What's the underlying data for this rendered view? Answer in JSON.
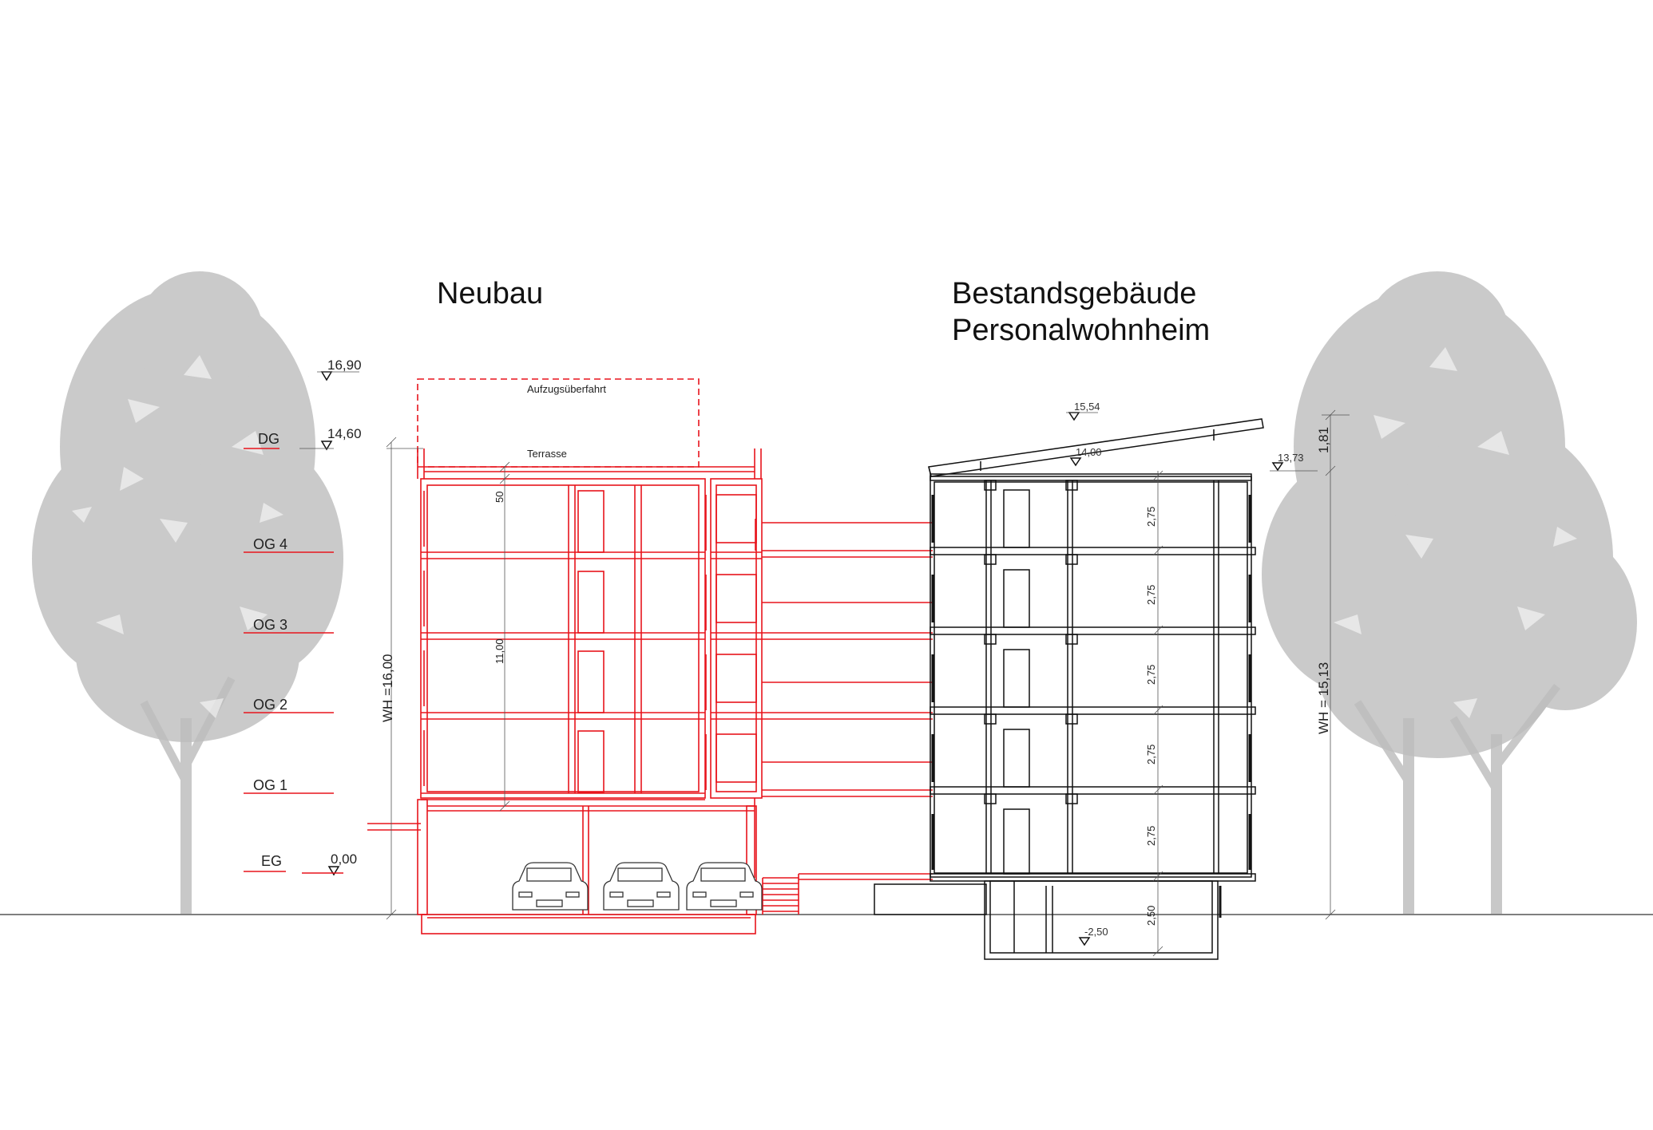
{
  "titles": {
    "neubau": "Neubau",
    "bestand_line1": "Bestandsgebäude",
    "bestand_line2": "Personalwohnheim"
  },
  "levels": {
    "dg": "DG",
    "og4": "OG 4",
    "og3": "OG 3",
    "og2": "OG 2",
    "og1": "OG 1",
    "eg": "EG"
  },
  "elevations": {
    "e1690": "16,90",
    "e1460": "14,60",
    "e000": "0,00",
    "e1554": "15,54",
    "e1400": "14,00",
    "e1373": "13,73",
    "em250": "-2,50"
  },
  "notes": {
    "aufzug": "Aufzugsüberfahrt",
    "terrasse": "Terrasse"
  },
  "dimensions": {
    "wh_new": "WH =16,00",
    "wh_old": "WH = 15,13",
    "d50": "50",
    "d1100": "11,00",
    "d181": "1,81",
    "d275_1": "2,75",
    "d275_2": "2,75",
    "d275_3": "2,75",
    "d275_4": "2,75",
    "d275_5": "2,75",
    "d250": "2,50"
  },
  "colors": {
    "new_building": "#e8141c",
    "existing_building": "#111111",
    "trees": "#bdbdbd"
  }
}
